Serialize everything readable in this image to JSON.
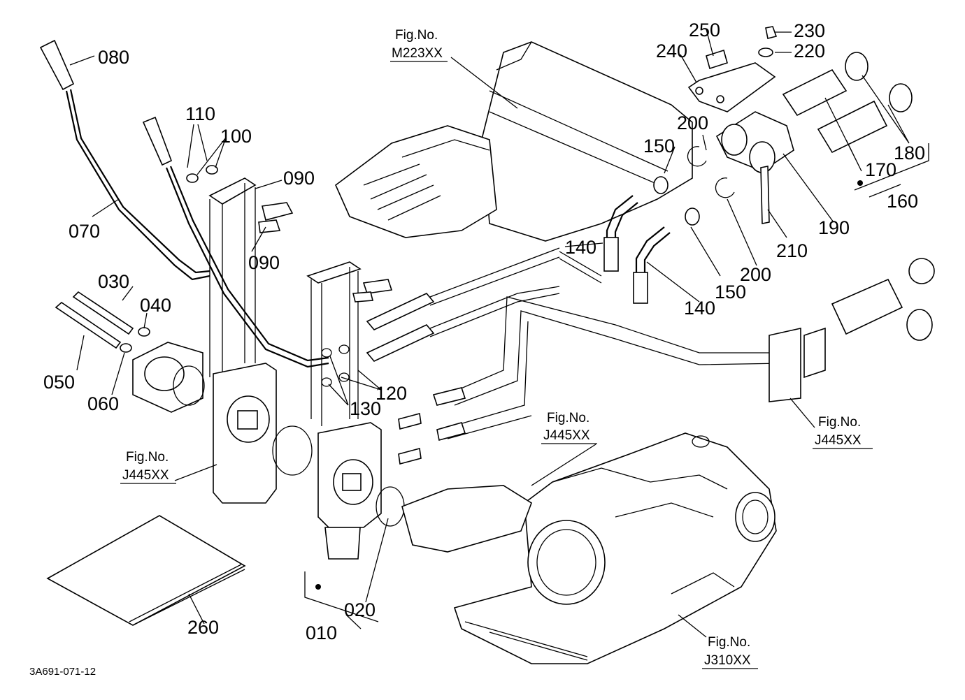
{
  "diagram": {
    "part_labels": [
      {
        "id": "p250",
        "text": "250"
      },
      {
        "id": "p230",
        "text": "230"
      },
      {
        "id": "p220",
        "text": "220"
      },
      {
        "id": "p240",
        "text": "240"
      },
      {
        "id": "p080",
        "text": "080"
      },
      {
        "id": "p110",
        "text": "110"
      },
      {
        "id": "p100",
        "text": "100"
      },
      {
        "id": "p090a",
        "text": "090"
      },
      {
        "id": "p090b",
        "text": "090"
      },
      {
        "id": "p070",
        "text": "070"
      },
      {
        "id": "p200a",
        "text": "200"
      },
      {
        "id": "p150a",
        "text": "150"
      },
      {
        "id": "p180",
        "text": "180"
      },
      {
        "id": "p170",
        "text": "170"
      },
      {
        "id": "p160",
        "text": "160"
      },
      {
        "id": "p190",
        "text": "190"
      },
      {
        "id": "p210",
        "text": "210"
      },
      {
        "id": "p140a",
        "text": "140"
      },
      {
        "id": "p200b",
        "text": "200"
      },
      {
        "id": "p150b",
        "text": "150"
      },
      {
        "id": "p140b",
        "text": "140"
      },
      {
        "id": "p030",
        "text": "030"
      },
      {
        "id": "p040",
        "text": "040"
      },
      {
        "id": "p050",
        "text": "050"
      },
      {
        "id": "p060",
        "text": "060"
      },
      {
        "id": "p120",
        "text": "120"
      },
      {
        "id": "p130",
        "text": "130"
      },
      {
        "id": "p020",
        "text": "020"
      },
      {
        "id": "p010",
        "text": "010"
      },
      {
        "id": "p260",
        "text": "260"
      }
    ],
    "figure_refs": [
      {
        "id": "r1",
        "line1": "Fig.No.",
        "line2": "M223XX"
      },
      {
        "id": "r2",
        "line1": "Fig.No.",
        "line2": "J445XX"
      },
      {
        "id": "r3",
        "line1": "Fig.No.",
        "line2": "J445XX"
      },
      {
        "id": "r4",
        "line1": "Fig.No.",
        "line2": "J445XX"
      },
      {
        "id": "r5",
        "line1": "Fig.No.",
        "line2": "J310XX"
      }
    ],
    "drawing_code": "3A691-071-12"
  }
}
